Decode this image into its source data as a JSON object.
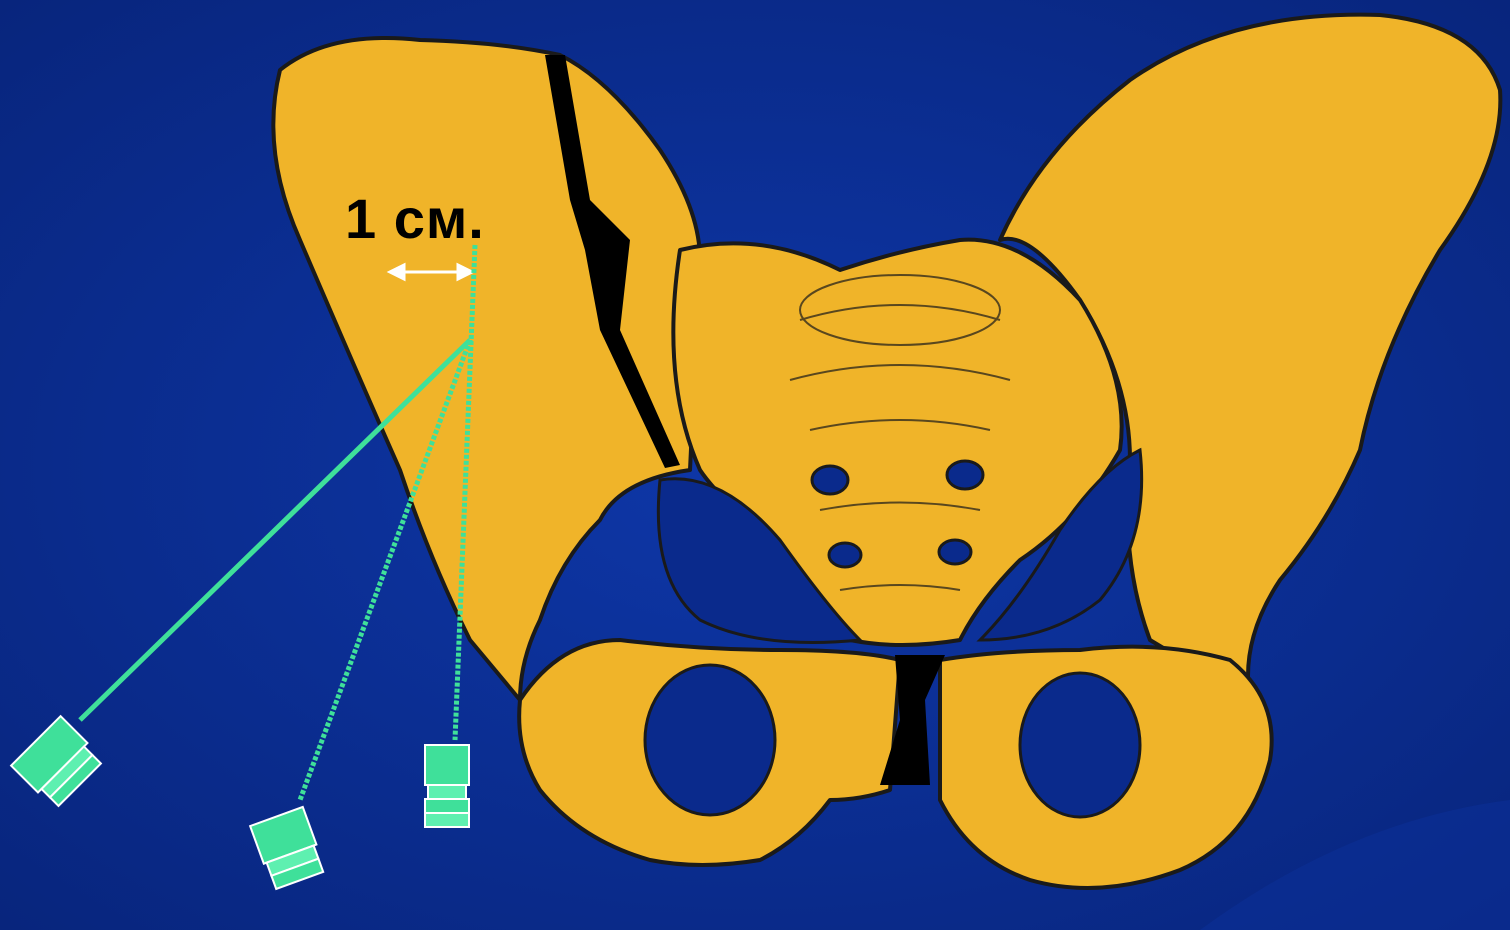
{
  "figure": {
    "distance_label": "1 см.",
    "colors": {
      "background": "#0a2a8c",
      "bone": "#f0b429",
      "bone_outline": "#1a1a1a",
      "fracture": "#000000",
      "needle": "#3fe09a",
      "arrow": "#ffffff"
    },
    "needles": [
      {
        "name": "needle-left"
      },
      {
        "name": "needle-middle"
      },
      {
        "name": "needle-right"
      }
    ]
  }
}
